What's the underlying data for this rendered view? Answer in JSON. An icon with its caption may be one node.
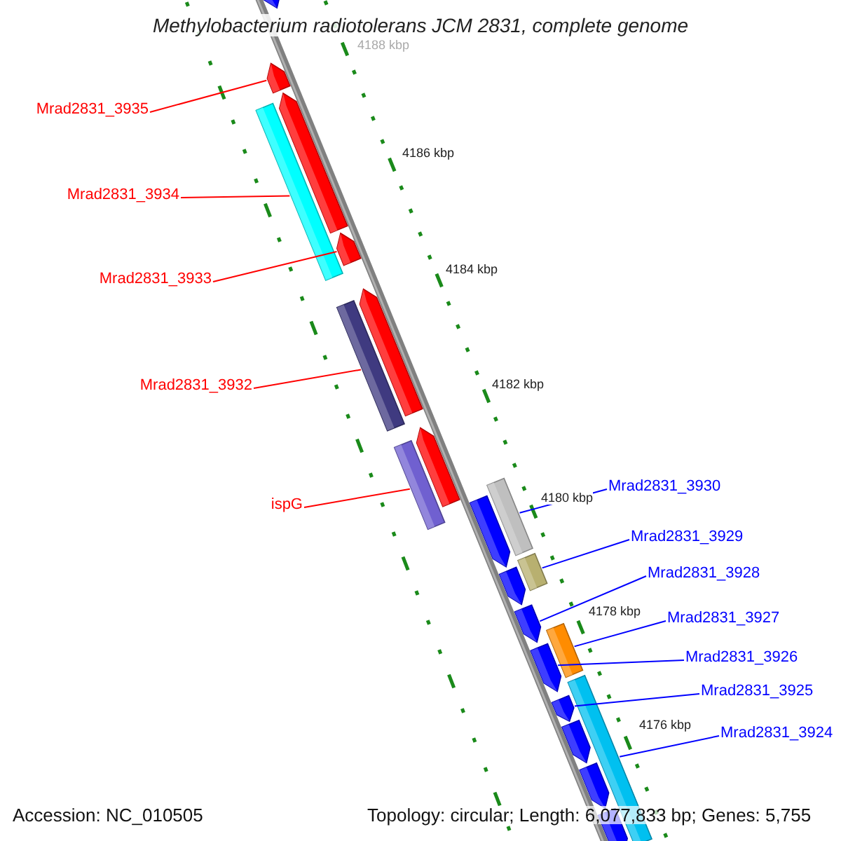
{
  "diagram": {
    "title": "Methylobacterium radiotolerans JCM 2831, complete genome",
    "nodes": [
      {
        "text": [
          "Mrad2831_3935"
        ]
      },
      {
        "text": [
          "Mrad2831_3934"
        ]
      },
      {
        "text": [
          "Mrad2831_3933"
        ]
      },
      {
        "text": [
          "Mrad2831_3932"
        ]
      },
      {
        "text": [
          "ispG"
        ]
      },
      {
        "text": [
          "Mrad2831_3930"
        ]
      },
      {
        "text": [
          "Mrad2831_3929"
        ]
      },
      {
        "text": [
          "Mrad2831_3928"
        ]
      },
      {
        "text": [
          "Mrad2831_3927"
        ]
      },
      {
        "text": [
          "Mrad2831_3926"
        ]
      },
      {
        "text": [
          "Mrad2831_3925"
        ]
      },
      {
        "text": [
          "Mrad2831_3924"
        ]
      },
      {
        "text": [],
        "shape": "arrow"
      },
      {
        "text": [],
        "shape": "arrow"
      },
      {
        "text": [],
        "shape": "arrow"
      },
      {
        "text": [],
        "shape": "bar"
      },
      {
        "text": [],
        "shape": "arrow"
      },
      {
        "text": [],
        "shape": "arrow"
      },
      {
        "text": [],
        "shape": "bar"
      },
      {
        "text": [],
        "shape": "arrow"
      },
      {
        "text": [],
        "shape": "bar"
      },
      {
        "text": [],
        "shape": "bar"
      },
      {
        "text": [],
        "shape": "arrow"
      },
      {
        "text": [],
        "shape": "bar"
      },
      {
        "text": [],
        "shape": "arrow"
      },
      {
        "text": [],
        "shape": "arrow"
      },
      {
        "text": [],
        "shape": "bar"
      },
      {
        "text": [],
        "shape": "arrow"
      },
      {
        "text": [],
        "shape": "bar"
      },
      {
        "text": [],
        "shape": "arrow"
      },
      {
        "text": [],
        "shape": "arrow"
      },
      {
        "text": [],
        "shape": "arrow"
      },
      {
        "text": [],
        "shape": "arrow"
      }
    ],
    "edges": [
      {
        "from": 0,
        "to": 13,
        "arrow": "none",
        "color": "#ff0000"
      },
      {
        "from": 1,
        "to": 15,
        "arrow": "none",
        "color": "#ff0000"
      },
      {
        "from": 2,
        "to": 16,
        "arrow": "none",
        "color": "#ff0000"
      },
      {
        "from": 3,
        "to": 18,
        "arrow": "none",
        "color": "#ff0000"
      },
      {
        "from": 4,
        "to": 20,
        "arrow": "none",
        "color": "#ff0000"
      },
      {
        "from": 5,
        "to": 21,
        "arrow": "none"
      },
      {
        "from": 6,
        "to": 23,
        "arrow": "none"
      },
      {
        "from": 7,
        "to": 25,
        "arrow": "none"
      },
      {
        "from": 8,
        "to": 26,
        "arrow": "none"
      },
      {
        "from": 9,
        "to": 27,
        "arrow": "none"
      },
      {
        "from": 10,
        "to": 29,
        "arrow": "none"
      },
      {
        "from": 11,
        "to": 28,
        "arrow": "none"
      }
    ],
    "labels": [
      "4188 kbp",
      "4186 kbp",
      "4184 kbp",
      "4182 kbp",
      "4180 kbp",
      "4178 kbp",
      "4176 kbp",
      "Accession: NC_010505",
      "Topology: circular; Length: 6,077,833 bp; Genes: 5,755"
    ]
  }
}
